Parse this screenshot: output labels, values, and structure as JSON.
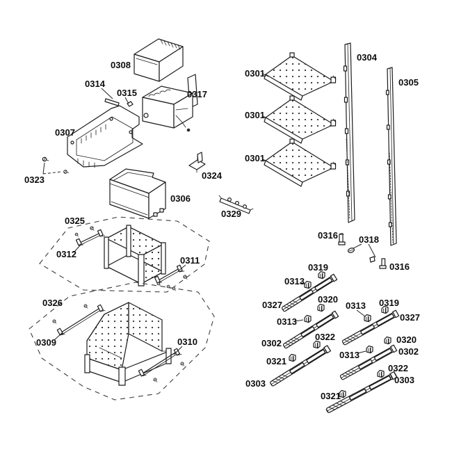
{
  "document": {
    "type": "exploded-parts-diagram",
    "background_color": "#ffffff",
    "line_color": "#1b1b1b",
    "label_color": "#0c0c0c"
  },
  "labels": {
    "l0308": "0308",
    "l0314": "0314",
    "l0315": "0315",
    "l0317": "0317",
    "l0307": "0307",
    "l0323": "0323",
    "l0324": "0324",
    "l0306": "0306",
    "l0325": "0325",
    "l0312": "0312",
    "l0311": "0311",
    "l0326": "0326",
    "l0309": "0309",
    "l0310": "0310",
    "l0301a": "0301",
    "l0301b": "0301",
    "l0301c": "0301",
    "l0304": "0304",
    "l0305": "0305",
    "l0329": "0329",
    "l0316a": "0316",
    "l0318": "0318",
    "l0316b": "0316",
    "lg1_0319": "0319",
    "lg1_0313": "0313",
    "lg1_0327": "0327",
    "lg2_0320": "0320",
    "lg2_0313": "0313",
    "lg2_0302": "0302",
    "lg3_0322": "0322",
    "lg3_0321": "0321",
    "lg3_0303": "0303",
    "rg1_0313": "0313",
    "rg1_0319": "0319",
    "rg1_0327": "0327",
    "rg2_0320": "0320",
    "rg2_0302": "0302",
    "rg2_0313": "0313",
    "rg3_0322": "0322",
    "rg3_0303": "0303",
    "rg3_0321": "0321"
  }
}
